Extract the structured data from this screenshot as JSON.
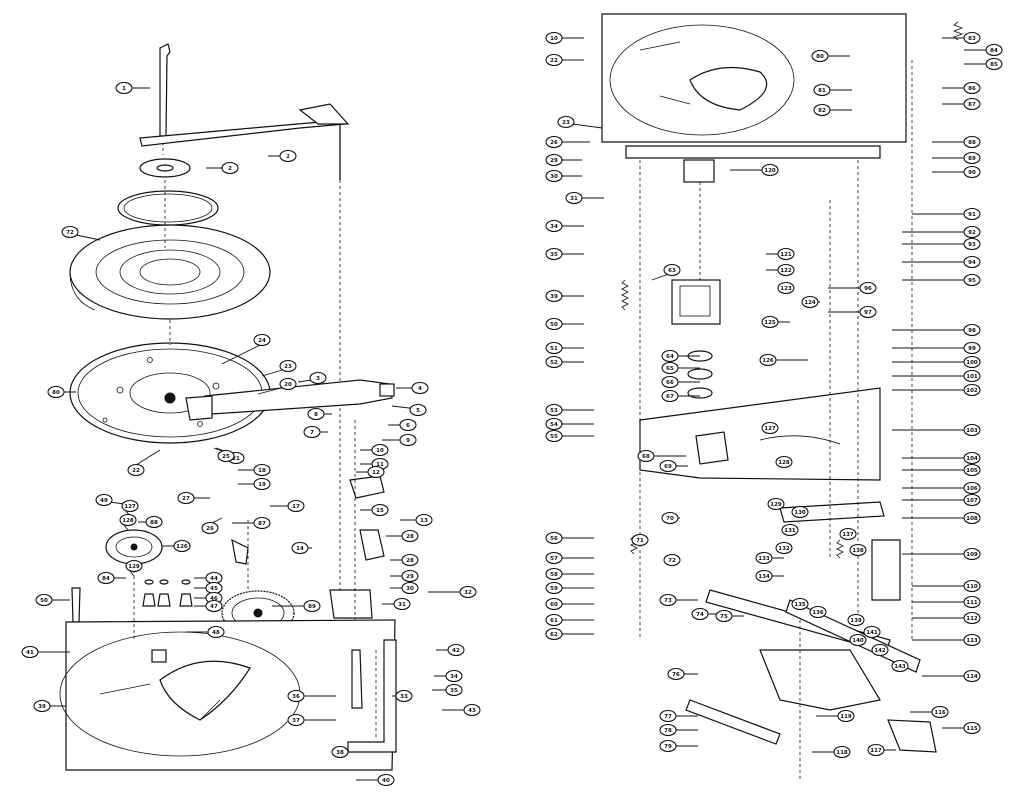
{
  "diagram": {
    "left_callouts": [
      "1",
      "2",
      "2",
      "3",
      "4",
      "5",
      "6",
      "7",
      "8",
      "9",
      "10",
      "11",
      "12",
      "13",
      "14",
      "15",
      "17",
      "18",
      "19",
      "20",
      "21",
      "22",
      "23",
      "24",
      "25",
      "26",
      "27",
      "28",
      "28",
      "29",
      "30",
      "31",
      "32",
      "33",
      "34",
      "35",
      "36",
      "37",
      "38",
      "39",
      "40",
      "41",
      "42",
      "43",
      "44",
      "45",
      "46",
      "47",
      "48",
      "49",
      "50",
      "72",
      "80",
      "84",
      "87",
      "88",
      "89",
      "126",
      "127",
      "128",
      "129"
    ],
    "right_callouts": [
      "10",
      "22",
      "23",
      "26",
      "29",
      "30",
      "31",
      "34",
      "35",
      "39",
      "50",
      "51",
      "52",
      "53",
      "54",
      "55",
      "56",
      "57",
      "58",
      "59",
      "60",
      "61",
      "62",
      "63",
      "64",
      "65",
      "66",
      "67",
      "68",
      "69",
      "70",
      "71",
      "72",
      "73",
      "74",
      "75",
      "76",
      "77",
      "78",
      "79",
      "80",
      "81",
      "82",
      "83",
      "84",
      "85",
      "86",
      "87",
      "88",
      "89",
      "90",
      "91",
      "92",
      "93",
      "94",
      "95",
      "96",
      "97",
      "98",
      "99",
      "100",
      "101",
      "102",
      "103",
      "104",
      "105",
      "106",
      "107",
      "108",
      "109",
      "110",
      "111",
      "112",
      "113",
      "114",
      "115",
      "116",
      "117",
      "118",
      "119",
      "120",
      "121",
      "122",
      "123",
      "124",
      "125",
      "126",
      "127",
      "128",
      "129",
      "130",
      "131",
      "132",
      "133",
      "134",
      "135",
      "136",
      "137",
      "138",
      "139",
      "140",
      "141",
      "142",
      "143"
    ]
  }
}
